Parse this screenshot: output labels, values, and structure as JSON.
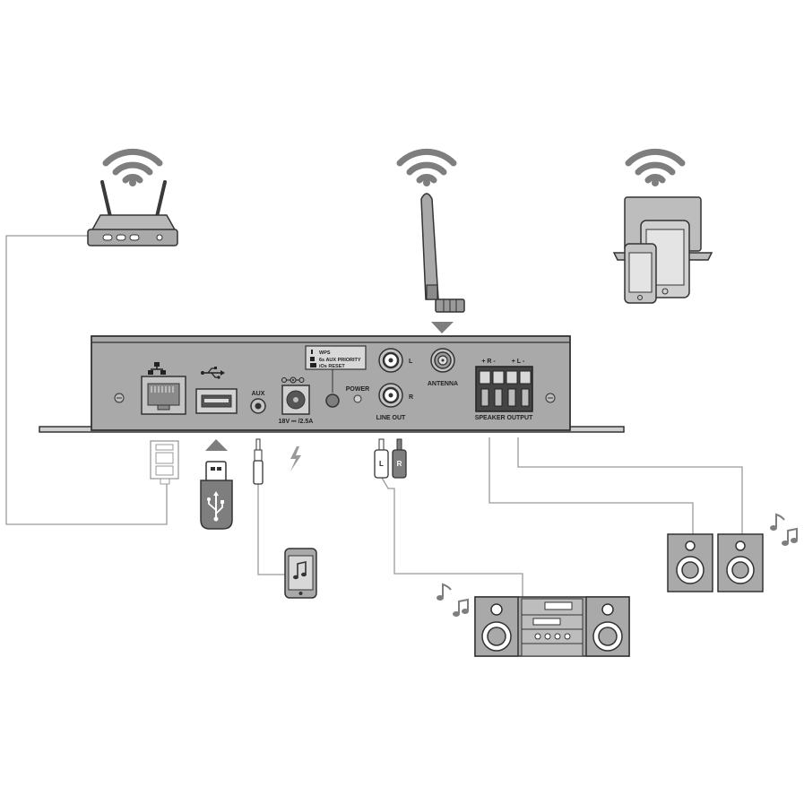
{
  "panel": {
    "wps": "WPS",
    "aux_priority": "6s AUX PRIORITY",
    "ios_reset": "iOs RESET",
    "aux": "AUX",
    "power": "POWER",
    "power_spec": "18V ⎓ /2.5A",
    "left": "L",
    "right": "R",
    "line_out": "LINE OUT",
    "antenna": "ANTENNA",
    "speaker_polarity_r": "+ R -",
    "speaker_polarity_l": "+ L -",
    "speaker_output": "SPEAKER OUTPUT"
  },
  "rca_plugs": {
    "left": "L",
    "right": "R"
  },
  "colors": {
    "device_gray": "#a9a9a9",
    "dark": "#3a3a3a",
    "wire": "#9a9a9a"
  }
}
